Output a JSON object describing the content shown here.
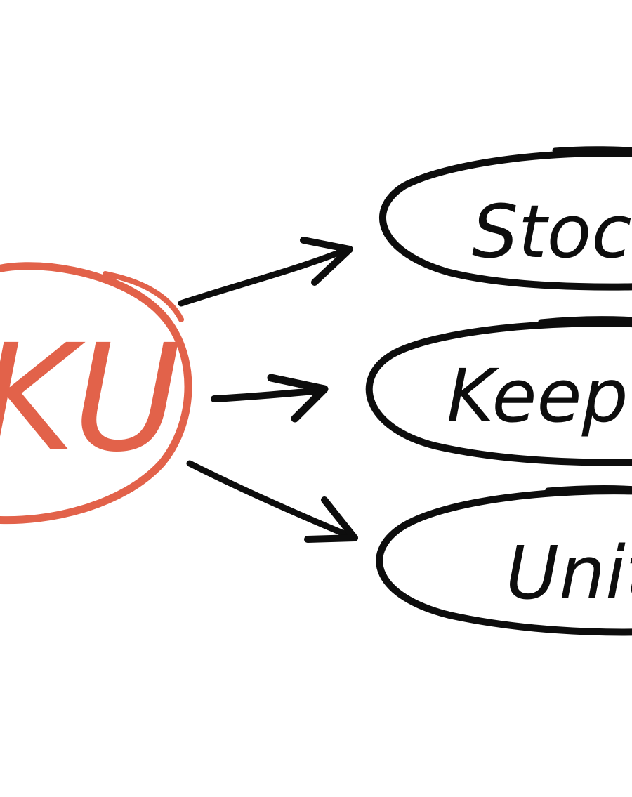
{
  "diagram": {
    "source": {
      "text": "KU",
      "color": "#e2624a"
    },
    "targets": [
      {
        "text": "Stoc"
      },
      {
        "text": "Keep"
      },
      {
        "text": "Unit"
      }
    ],
    "ink_color": "#0d0d0d"
  }
}
